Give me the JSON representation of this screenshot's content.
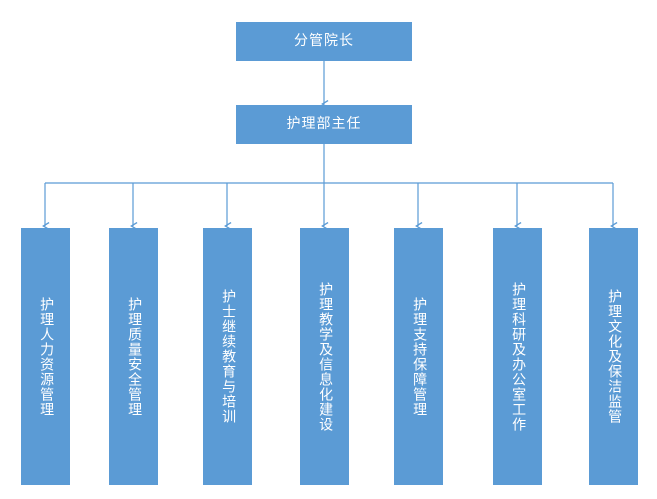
{
  "diagram": {
    "title_top": "分管院长",
    "title_second": "护理部主任",
    "accent_color": "#5B9BD5",
    "connector_color": "#5B9BD5",
    "background_color": "#FFFFFF",
    "text_color": "#FFFFFF"
  },
  "nodes": {
    "top": {
      "label": "分管院长"
    },
    "second": {
      "label": "护理部主任"
    },
    "leaves": [
      {
        "label": "护理人力资源管理"
      },
      {
        "label": "护理质量安全管理"
      },
      {
        "label": "护士继续教育与培训"
      },
      {
        "label": "护理教学及信息化建设"
      },
      {
        "label": "护理支持保障管理"
      },
      {
        "label": "护理科研及办公室工作"
      },
      {
        "label": "护理文化及保洁监管"
      }
    ]
  }
}
